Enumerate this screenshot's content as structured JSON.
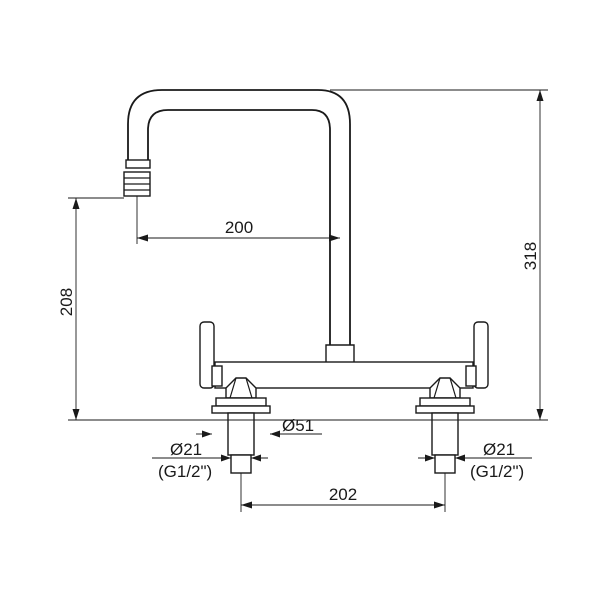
{
  "dimensions": {
    "spout_reach": "200",
    "spout_height": "208",
    "total_height": "318",
    "flange_diameter": "Ø51",
    "left_shank_diameter": "Ø21",
    "left_shank_thread": "(G1/2\")",
    "right_shank_diameter": "Ø21",
    "right_shank_thread": "(G1/2\")",
    "centres": "202"
  }
}
